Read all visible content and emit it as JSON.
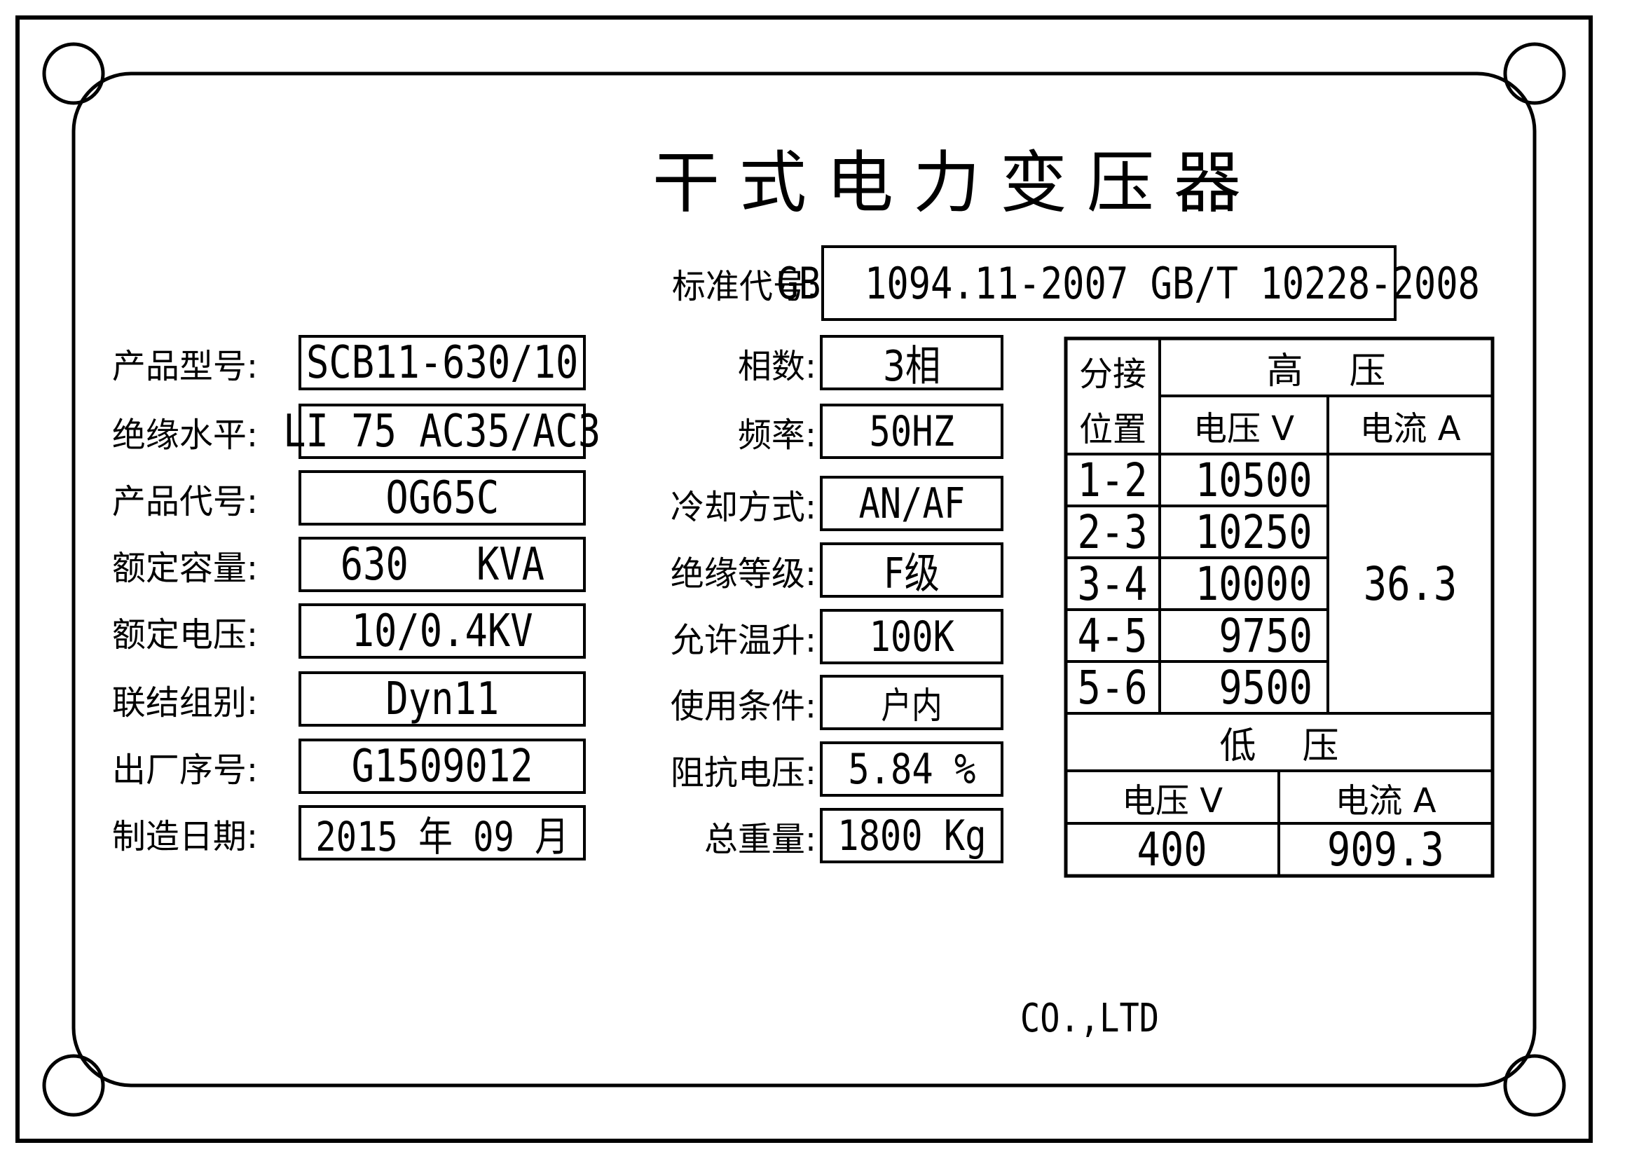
{
  "title": "干式电力变压器",
  "standard": {
    "label": "标准代号:",
    "value": "GB  1094.11-2007 GB/T 10228-2008"
  },
  "left_fields": [
    {
      "label": "产品型号:",
      "value": "SCB11-630/10"
    },
    {
      "label": "绝缘水平:",
      "value": "LI 75 AC35/AC3"
    },
    {
      "label": "产品代号:",
      "value": "OG65C"
    },
    {
      "label": "额定容量:",
      "value": "630   KVA"
    },
    {
      "label": "额定电压:",
      "value": "10/0.4KV"
    },
    {
      "label": "联结组别:",
      "value": "Dyn11"
    },
    {
      "label": "出厂序号:",
      "value": "G1509012"
    },
    {
      "label": "制造日期:",
      "value": "2015 年 09 月"
    }
  ],
  "middle_fields": [
    {
      "label": "相数:",
      "value": "3相"
    },
    {
      "label": "频率:",
      "value": "50HZ"
    },
    {
      "label": "冷却方式:",
      "value": "AN/AF"
    },
    {
      "label": "绝缘等级:",
      "value": "F级"
    },
    {
      "label": "允许温升:",
      "value": "100K"
    },
    {
      "label": "使用条件:",
      "value": "户内"
    },
    {
      "label": "阻抗电压:",
      "value": "5.84 %"
    },
    {
      "label": "总重量:",
      "value": "1800 Kg"
    }
  ],
  "table": {
    "tap_header": [
      "分接",
      "位置"
    ],
    "hv_header": "高    压",
    "voltage_header": "电压 V",
    "current_header": "电流 A",
    "rows": [
      {
        "tap": "1-2",
        "voltage": "10500"
      },
      {
        "tap": "2-3",
        "voltage": "10250"
      },
      {
        "tap": "3-4",
        "voltage": "10000"
      },
      {
        "tap": "4-5",
        "voltage": "9750"
      },
      {
        "tap": "5-6",
        "voltage": "9500"
      }
    ],
    "hv_current": "36.3",
    "lv_header": "低    压",
    "lv_voltage_header": "电压 V",
    "lv_current_header": "电流 A",
    "lv_voltage": "400",
    "lv_current": "909.3"
  },
  "footer": {
    "company_suffix": "CO.,LTD"
  }
}
